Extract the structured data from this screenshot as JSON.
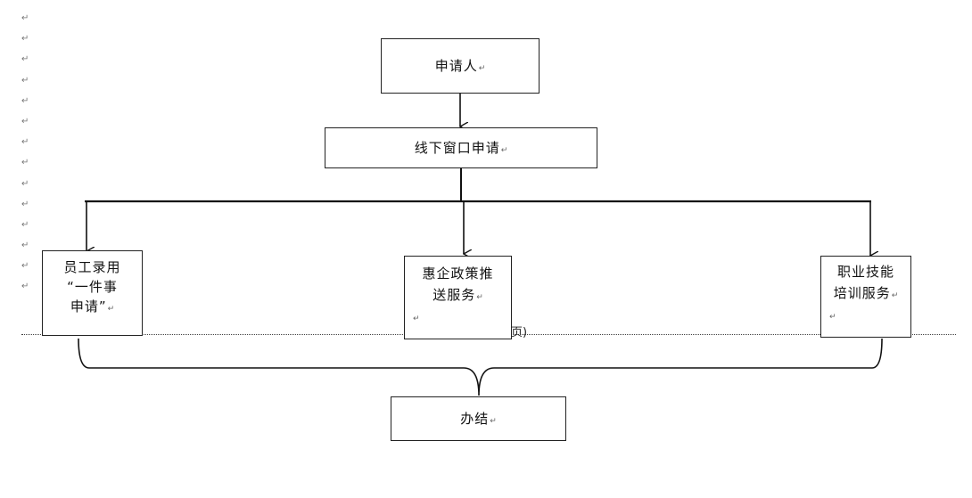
{
  "diagram": {
    "nodes": {
      "applicant": "申请人",
      "offline_window": "线下窗口申请",
      "employee_hiring_lines": [
        "员工录用",
        "“一件事",
        "申请”"
      ],
      "enterprise_policy_lines": [
        "惠企政策推",
        "送服务"
      ],
      "vocational_training_lines": [
        "职业技能",
        "培训服务"
      ],
      "completion": "办结"
    },
    "paragraph_mark": "↵",
    "cut_off_text": "页)"
  }
}
